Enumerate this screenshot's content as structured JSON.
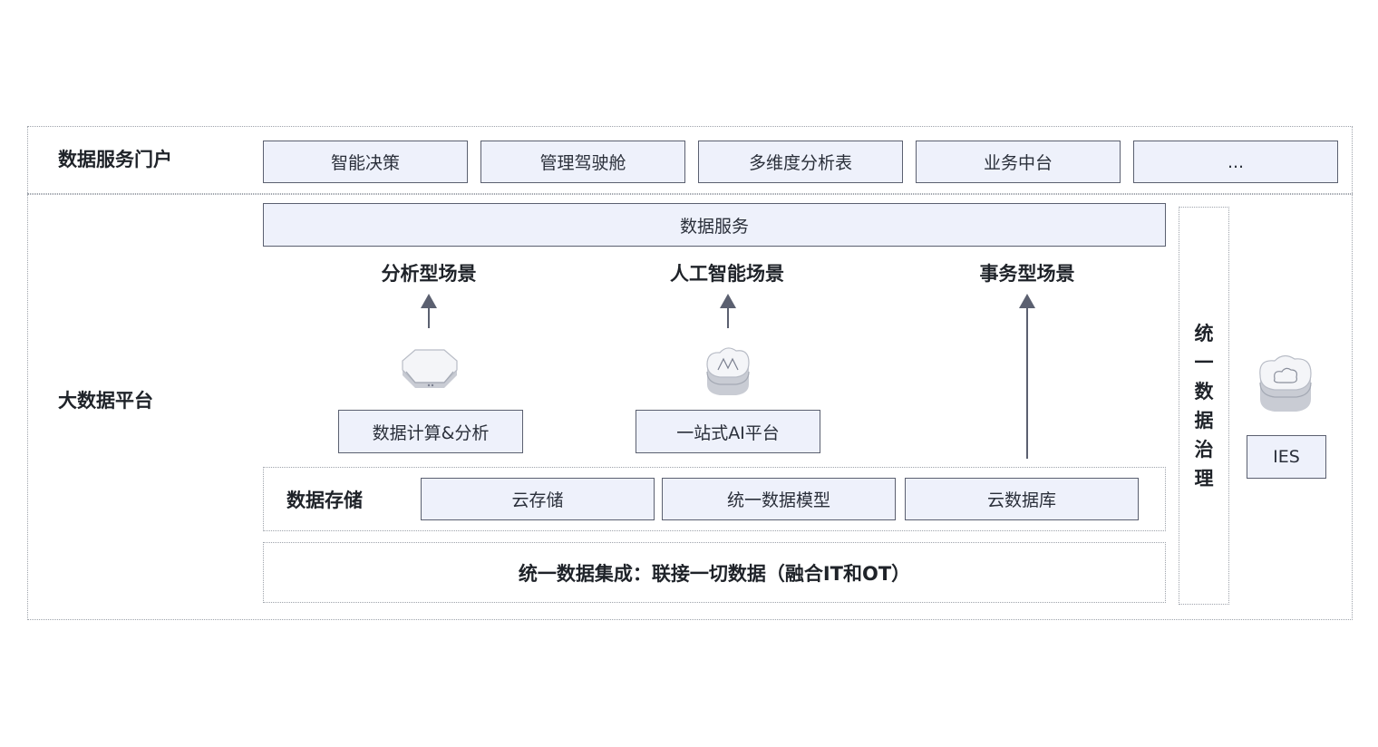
{
  "portal": {
    "label": "数据服务门户",
    "items": [
      "智能决策",
      "管理驾驶舱",
      "多维度分析表",
      "业务中台",
      "..."
    ]
  },
  "platform": {
    "label": "大数据平台",
    "data_service": "数据服务",
    "scenes": [
      "分析型场景",
      "人工智能场景",
      "事务型场景"
    ],
    "compute_box": "数据计算&分析",
    "ai_box": "一站式AI平台",
    "storage": {
      "label": "数据存储",
      "items": [
        "云存储",
        "统一数据模型",
        "云数据库"
      ]
    },
    "integration": "统一数据集成：联接一切数据（融合IT和OT）"
  },
  "governance": {
    "chars": [
      "统",
      "一",
      "数",
      "据",
      "治",
      "理"
    ]
  },
  "ies": {
    "label": "IES"
  },
  "icons": {
    "compute": "hexagon-device-icon",
    "ai": "cloud-ai-device-icon",
    "ies": "cloud-device-icon"
  }
}
